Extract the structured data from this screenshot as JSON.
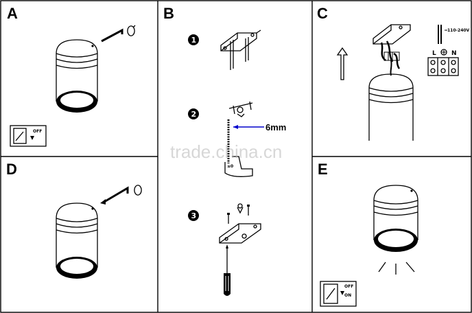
{
  "panels": {
    "a": {
      "letter": "A",
      "switch_label": "OFF"
    },
    "b": {
      "letter": "B",
      "step1": "1",
      "step2": "2",
      "step3": "3",
      "dimension": "6mm"
    },
    "c": {
      "letter": "C",
      "voltage": "110-240V",
      "terminal_l": "L",
      "terminal_n": "N"
    },
    "d": {
      "letter": "D"
    },
    "e": {
      "letter": "E",
      "switch_off": "OFF",
      "switch_on": "ON"
    }
  },
  "watermark": "trade.china.cn"
}
